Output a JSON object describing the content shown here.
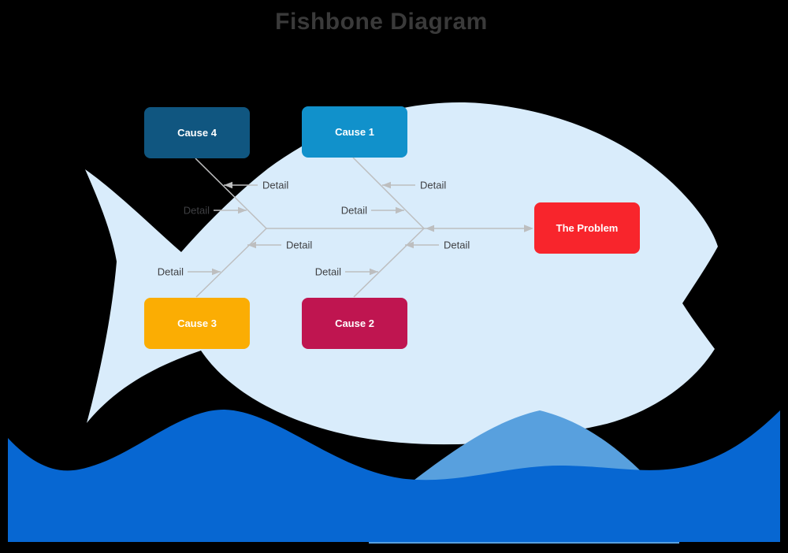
{
  "title": "Fishbone Diagram",
  "diagram": {
    "problem": {
      "label": "The Problem",
      "color": "#f8252c"
    },
    "causes": [
      {
        "id": "cause1",
        "label": "Cause 1",
        "color": "#1191cb"
      },
      {
        "id": "cause2",
        "label": "Cause 2",
        "color": "#bf1550"
      },
      {
        "id": "cause3",
        "label": "Cause 3",
        "color": "#fbad03"
      },
      {
        "id": "cause4",
        "label": "Cause 4",
        "color": "#105680"
      }
    ],
    "details": [
      {
        "id": "cause4-detail-right",
        "label": "Detail"
      },
      {
        "id": "cause4-detail-left",
        "label": "Detail"
      },
      {
        "id": "cause1-detail-right",
        "label": "Detail"
      },
      {
        "id": "cause1-detail-left",
        "label": "Detail"
      },
      {
        "id": "cause3-detail-right",
        "label": "Detail"
      },
      {
        "id": "cause3-detail-left",
        "label": "Detail"
      },
      {
        "id": "cause2-detail-right",
        "label": "Detail"
      },
      {
        "id": "cause2-detail-left",
        "label": "Detail"
      }
    ]
  },
  "colors": {
    "background": "#000000",
    "fish_body": "#d9ecfb",
    "wave_front": "#0767d2",
    "wave_back": "#58a0de",
    "bone_line": "#bdbebf",
    "detail_text": "#3f4043",
    "title_text": "#3a3a3a"
  }
}
